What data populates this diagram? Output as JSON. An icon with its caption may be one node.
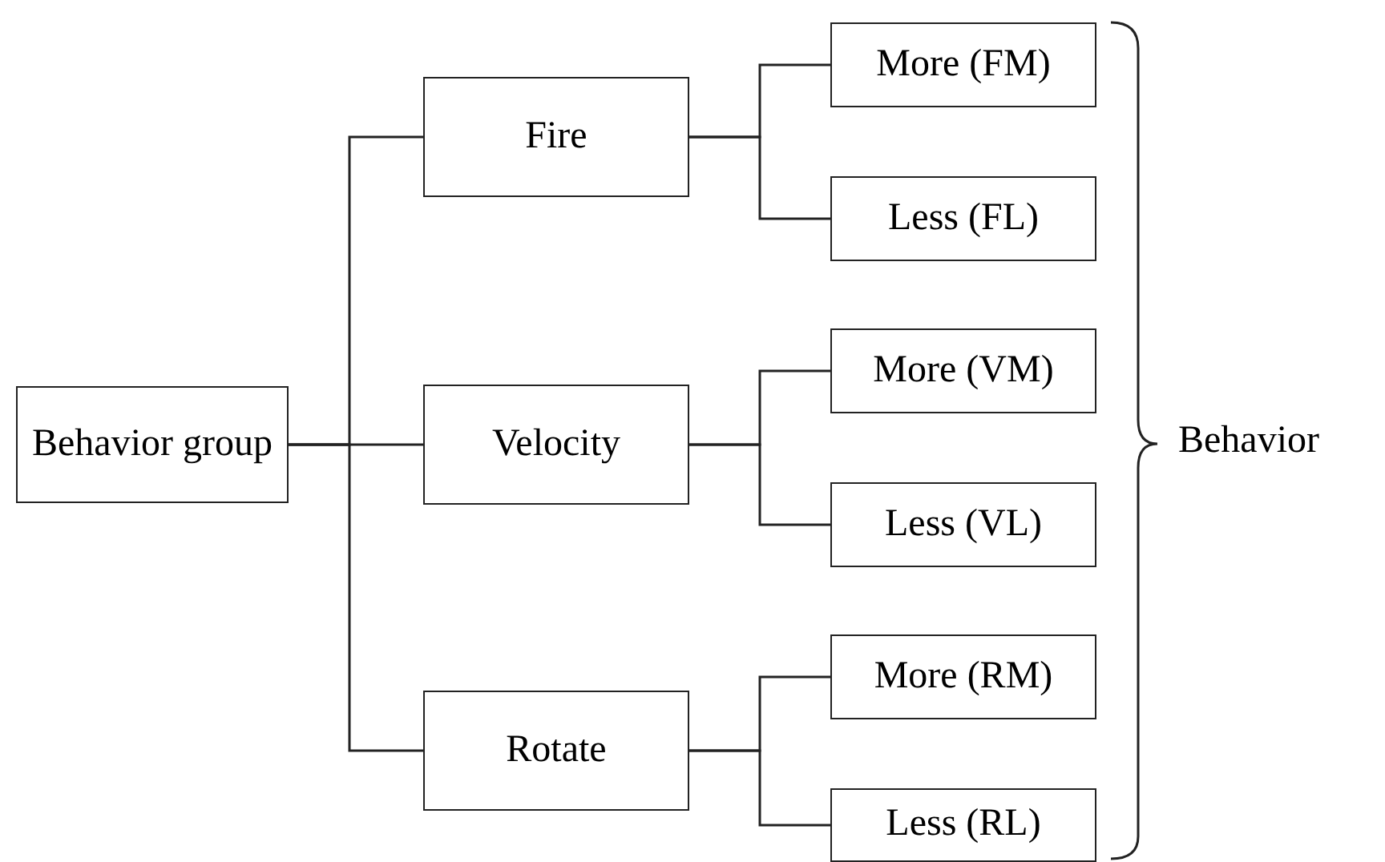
{
  "diagram": {
    "nodes": [
      {
        "text": [
          "Behavior group"
        ]
      },
      {
        "text": [
          "Fire"
        ]
      },
      {
        "text": [
          "Velocity"
        ]
      },
      {
        "text": [
          "Rotate"
        ]
      },
      {
        "text": [
          "More (FM)"
        ]
      },
      {
        "text": [
          "Less (FL)"
        ]
      },
      {
        "text": [
          "More (VM)"
        ]
      },
      {
        "text": [
          "Less (VL)"
        ]
      },
      {
        "text": [
          "More (RM)"
        ]
      },
      {
        "text": [
          "Less (RL)"
        ]
      }
    ],
    "edges": [
      {
        "from": 0,
        "to": 1,
        "arrow": "none"
      },
      {
        "from": 0,
        "to": 2,
        "arrow": "none"
      },
      {
        "from": 0,
        "to": 3,
        "arrow": "none"
      },
      {
        "from": 1,
        "to": 4,
        "arrow": "none"
      },
      {
        "from": 1,
        "to": 5,
        "arrow": "none"
      },
      {
        "from": 2,
        "to": 6,
        "arrow": "none"
      },
      {
        "from": 2,
        "to": 7,
        "arrow": "none"
      },
      {
        "from": 3,
        "to": 8,
        "arrow": "none"
      },
      {
        "from": 3,
        "to": 9,
        "arrow": "none"
      }
    ],
    "labels": [
      "Behavior"
    ]
  }
}
